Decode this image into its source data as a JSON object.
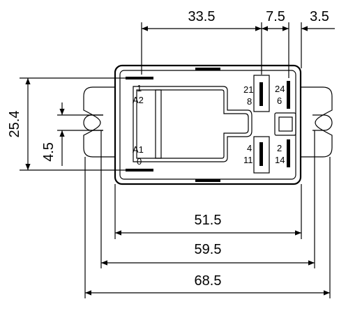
{
  "dimensions": {
    "top_a": "33.5",
    "top_b": "7.5",
    "top_c": "3.5",
    "left_a": "25.4",
    "left_b": "4.5",
    "bottom_a": "51.5",
    "bottom_b": "59.5",
    "bottom_c": "68.5"
  },
  "pins": {
    "p1": "1",
    "a2": "A2",
    "a1": "A1",
    "p0": "0",
    "p21": "21",
    "p8": "8",
    "p4": "4",
    "p11": "11",
    "p24": "24",
    "p6": "6",
    "p2": "2",
    "p14": "14"
  }
}
